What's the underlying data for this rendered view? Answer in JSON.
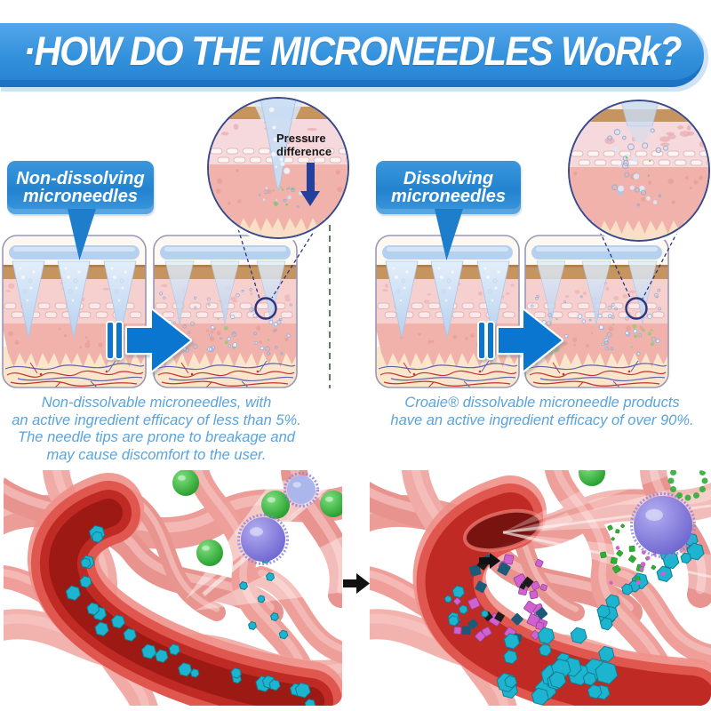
{
  "header": {
    "title": "·HOW DO THE MICRONEEDLES WoRk?"
  },
  "labels": {
    "left": {
      "lines": [
        "Non-dissolving",
        "microneedles"
      ]
    },
    "right": {
      "lines": [
        "Dissolving",
        "microneedles"
      ]
    }
  },
  "inset_left": {
    "annotation_lines": [
      "Pressure",
      "difference"
    ]
  },
  "captions": {
    "left_lines": [
      "Non-dissolvable microneedles, with",
      "an active ingredient efficacy of less than 5%.",
      "The needle tips are prone to breakage and",
      "may cause discomfort to the user."
    ],
    "right_lines": [
      "Croaie® dissolvable microneedle products",
      "have an active ingredient efficacy of over 90%."
    ]
  },
  "icons": {
    "pressure_down_arrow": "down-arrow",
    "bubble_pointer": "down-pointer",
    "transform_right_arrow": "right-arrow",
    "step_right_arrow": "right-arrow",
    "zoom_circle": "magnifier-circle"
  },
  "colors": {
    "banner_blue_light": "#55a6e9",
    "banner_blue": "#3391dc",
    "banner_blue_dark": "#1d73c3",
    "banner_halo": "#cfe3f5",
    "bubble_blue_top": "#3b97dd",
    "bubble_blue": "#2383cf",
    "bubble_pointer": "#1f7ecb",
    "caption_blue": "#5aa3dd",
    "big_arrow_blue": "#0b76cf",
    "navy": "#2b3580",
    "pressure_arrow_navy": "#24409f",
    "pressure_text": "#151515",
    "divider_green": "#5e7a60",
    "panel_border": "#9898b6",
    "panel_bg": "#fdf8f2",
    "patch_blue": "#b6d1ef",
    "stratum_brown": "#c6945f",
    "epidermis_pink": "#f6cfcf",
    "dermis_salmon": "#f0b2aa",
    "hypodermis_cream": "#fbe6cb",
    "needle_blue": "#cadef4",
    "capillary_red": "#c03531",
    "capillary_blue": "#5b63b3",
    "vessel_pink": "#ee9e99",
    "vessel_red": "#c22c26",
    "particle_cyan": "#1db4cf",
    "particle_green": "#2fae36",
    "particle_purple": "#7a70d6",
    "particle_magenta": "#cf62d0",
    "step_arrow_black": "#111111"
  }
}
